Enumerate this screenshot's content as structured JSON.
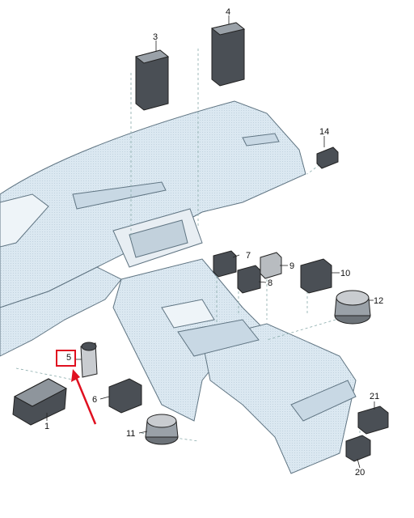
{
  "callouts": {
    "c1": "1",
    "c3": "3",
    "c4": "4",
    "c5": "5",
    "c6": "6",
    "c7": "7",
    "c8": "8",
    "c9": "9",
    "c10": "10",
    "c11": "11",
    "c12": "12",
    "c14": "14",
    "c20": "20",
    "c21": "21"
  },
  "highlight": {
    "label": "5",
    "color": "#e01020"
  },
  "colors": {
    "interior": "#dbe8f1",
    "interior_stroke": "#5f7482",
    "part": "#4a4f55",
    "part_light": "#c9ccd0"
  }
}
